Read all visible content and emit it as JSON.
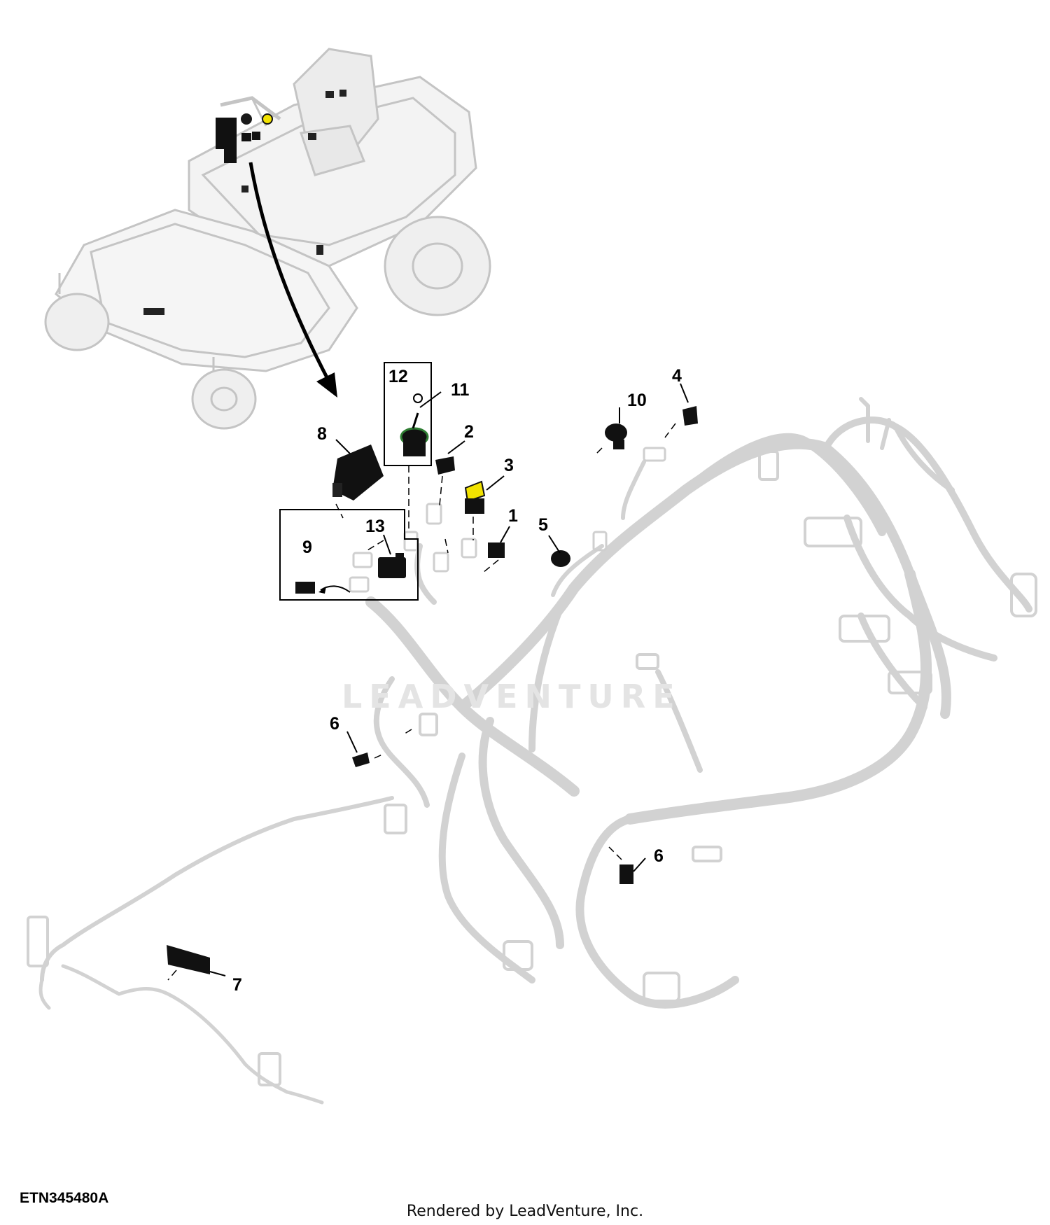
{
  "callouts": [
    {
      "id": "callout-12",
      "label": "12"
    },
    {
      "id": "callout-11",
      "label": "11"
    },
    {
      "id": "callout-10",
      "label": "10"
    },
    {
      "id": "callout-4",
      "label": "4"
    },
    {
      "id": "callout-8",
      "label": "8"
    },
    {
      "id": "callout-2",
      "label": "2"
    },
    {
      "id": "callout-3",
      "label": "3"
    },
    {
      "id": "callout-1",
      "label": "1"
    },
    {
      "id": "callout-5",
      "label": "5"
    },
    {
      "id": "callout-13",
      "label": "13"
    },
    {
      "id": "callout-9",
      "label": "9"
    },
    {
      "id": "callout-6-left",
      "label": "6"
    },
    {
      "id": "callout-6-right",
      "label": "6"
    },
    {
      "id": "callout-7",
      "label": "7"
    }
  ],
  "figure_id": "ETN345480A",
  "footer": "Rendered by LeadVenture, Inc.",
  "watermark": "LEADVENTURE",
  "colors": {
    "wire": "#d2d2d2",
    "machine": "#c8c8c8",
    "part": "#111111",
    "highlight": "#f2e200"
  }
}
